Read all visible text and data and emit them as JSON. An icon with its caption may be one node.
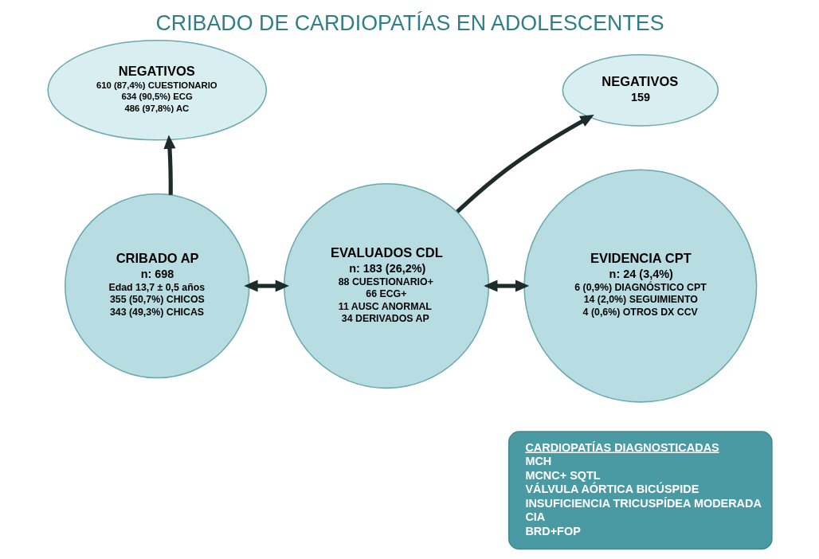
{
  "diagram": {
    "title": "CRIBADO DE CARDIOPATÍAS EN ADOLESCENTES",
    "nodes": [
      {
        "text": [
          "CRIBADO AP",
          "n: 698",
          "Edad 13,7 ± 0,5 años",
          "355 (50,7%) CHICOS",
          "343 (49,3%) CHICAS"
        ]
      },
      {
        "text": [
          "NEGATIVOS",
          "610 (87,4%) CUESTIONARIO",
          "634 (90,5%) ECG",
          "486 (97,8%) AC"
        ]
      },
      {
        "text": [
          "EVALUADOS CDL",
          "n: 183 (26,2%)",
          "88 CUESTIONARIO+",
          "66 ECG+",
          "11 AUSC ANORMAL",
          "34 DERIVADOS AP"
        ]
      },
      {
        "text": [
          "NEGATIVOS",
          "159"
        ]
      },
      {
        "text": [
          "EVIDENCIA CPT",
          "n: 24 (3,4%)",
          "6 (0,9%) DIAGNÓSTICO CPT",
          "14 (2,0%) SEGUIMIENTO",
          "4 (0,6%) OTROS DX CCV"
        ]
      },
      {
        "text": [
          "CARDIOPATÍAS DIAGNOSTICADAS",
          "MCH",
          "MCNC+ SQTL",
          "VÁLVULA AÓRTICA BICÚSPIDE",
          "INSUFICIENCIA TRICUSPÍDEA MODERADA",
          "CIA",
          "BRD+FOP"
        ]
      }
    ],
    "edges": [
      {
        "from": 0,
        "to": 2,
        "arrow": "both"
      },
      {
        "from": 0,
        "to": 1,
        "arrow": "to"
      },
      {
        "from": 2,
        "to": 4,
        "arrow": "both"
      },
      {
        "from": 2,
        "to": 3,
        "arrow": "to"
      }
    ]
  }
}
